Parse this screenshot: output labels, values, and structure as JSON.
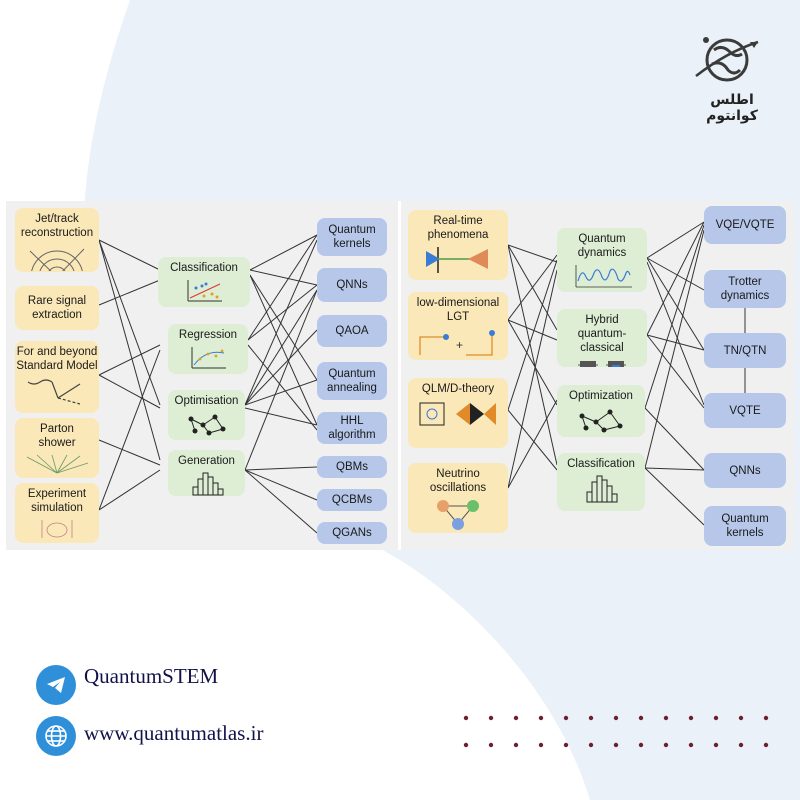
{
  "brand": {
    "name": "اطلس کوانتوم",
    "telegram": "QuantumSTEM",
    "website": "www.quantumatlas.ir"
  },
  "colors": {
    "application_box": "#fbe8b8",
    "task_box": "#ddeed5",
    "method_box": "#b6c7ea",
    "accent_blue": "#2f8fd8"
  },
  "left_panel": {
    "applications": [
      "Jet/track\nreconstruction",
      "Rare signal\nextraction",
      "For and beyond\nStandard Model",
      "Parton\nshower",
      "Experiment\nsimulation"
    ],
    "tasks": [
      "Classification",
      "Regression",
      "Optimisation",
      "Generation"
    ],
    "methods": [
      "Quantum\nkernels",
      "QNNs",
      "QAOA",
      "Quantum\nannealing",
      "HHL\nalgorithm",
      "QBMs",
      "QCBMs",
      "QGANs"
    ]
  },
  "right_panel": {
    "phenomena": [
      "Real-time\nphenomena",
      "low-dimensional\nLGT",
      "QLM/D-theory",
      "Neutrino\noscillations"
    ],
    "tasks": [
      "Quantum\ndynamics",
      "Hybrid\nquantum-classical",
      "Optimization",
      "Classification"
    ],
    "methods": [
      "VQE/VQTE",
      "Trotter\ndynamics",
      "TN/QTN",
      "VQTE",
      "QNNs",
      "Quantum\nkernels"
    ]
  },
  "icons": [
    "globe-logo-icon",
    "telegram-icon",
    "globe-icon",
    "scatter-icon",
    "regression-icon",
    "graph-icon",
    "histogram-icon",
    "chip-icon"
  ]
}
